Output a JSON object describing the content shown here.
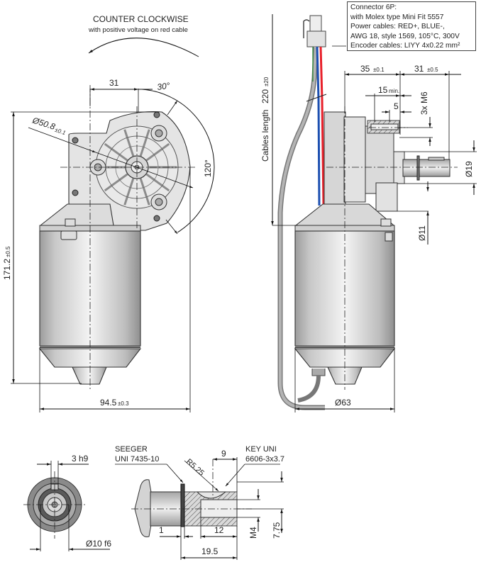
{
  "drawing": {
    "title": "Gear motor dimensional drawing",
    "rotation": {
      "direction": "COUNTER CLOCKWISE",
      "condition": "with positive voltage on red cable"
    },
    "connector_note": [
      "Connector 6P:",
      "with Molex type Mini Fit 5557",
      "Power cables: RED+, BLUE-,",
      "AWG 18, style 1569, 105°C, 300V",
      "Encoder cables: LIYY 4x0.22 mm²"
    ],
    "front_view": {
      "dim_offset": "31",
      "angle_top": "30°",
      "angle_side": "120°",
      "bolt_circle": "Ø50.8",
      "bolt_circle_tol": "±0.1",
      "height": "171.2",
      "height_tol": "±0.5",
      "width": "94.5",
      "width_tol": "±0.3"
    },
    "side_view": {
      "cable_length_label": "Cables length",
      "cable_length": "220",
      "cable_length_tol": "±20",
      "dim_a": "35",
      "dim_a_tol": "±0.1",
      "dim_b": "31",
      "dim_b_tol": "±0.5",
      "thread_depth": "15",
      "thread_depth_note": "min.",
      "dim_5": "5",
      "thread": "3x M6",
      "boss_dia": "Ø19",
      "shaft_dia": "Ø11",
      "motor_dia": "Ø63"
    },
    "shaft_end_view": {
      "key_width": "3 h9",
      "shaft_dia": "Ø10 f6"
    },
    "shaft_detail": {
      "circlip_label_1": "SEEGER",
      "circlip_label_2": "UNI 7435-10",
      "radius": "R5.25",
      "dim_9": "9",
      "key_label_1": "KEY UNI",
      "key_label_2": "6606-3x3.7",
      "dim_1": "1",
      "dim_12": "12",
      "dim_19_5": "19.5",
      "thread": "M4",
      "dim_7_75": "7.75"
    },
    "colors": {
      "cable_red": "#e8202a",
      "cable_blue": "#1c4fb0",
      "cable_green": "#2c8a3a",
      "cable_grey": "#9a9a9a"
    }
  }
}
